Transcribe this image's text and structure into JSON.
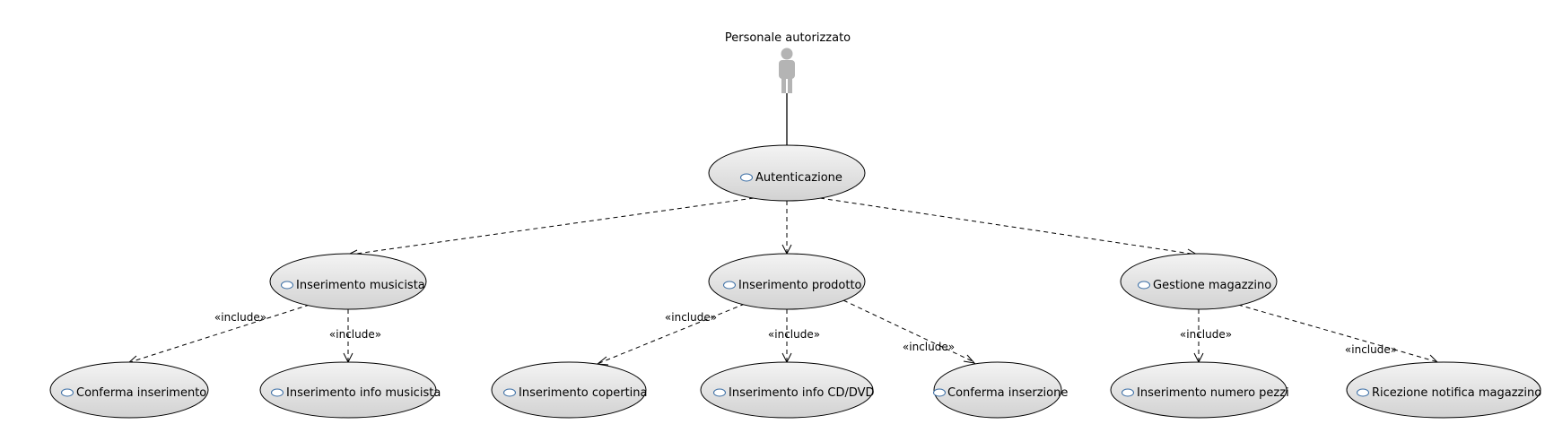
{
  "actor": {
    "label": "Personale autorizzato",
    "icon": "actor-person-icon"
  },
  "use_cases": {
    "autenticazione": "Autenticazione",
    "inserimento_musicista": "Inserimento musicista",
    "inserimento_prodotto": "Inserimento prodotto",
    "gestione_magazzino": "Gestione magazzino",
    "conferma_inserimento": "Conferma inserimento",
    "inserimento_info_musicista": "Inserimento info musicista",
    "inserimento_copertina": "Inserimento copertina",
    "inserimento_info_cd_dvd": "Inserimento info CD/DVD",
    "conferma_inserzione": "Conferma inserzione",
    "inserimento_numero_pezzi": "Inserimento numero pezzi",
    "ricezione_notifica_magazzino": "Ricezione notifica magazzino"
  },
  "relation_label": "«include»",
  "colors": {
    "ellipse_fill_top": "#f4f4f4",
    "ellipse_fill_bottom": "#d2d2d2",
    "actor": "#b4b4b4",
    "icon_stroke": "#3b6ea5"
  }
}
